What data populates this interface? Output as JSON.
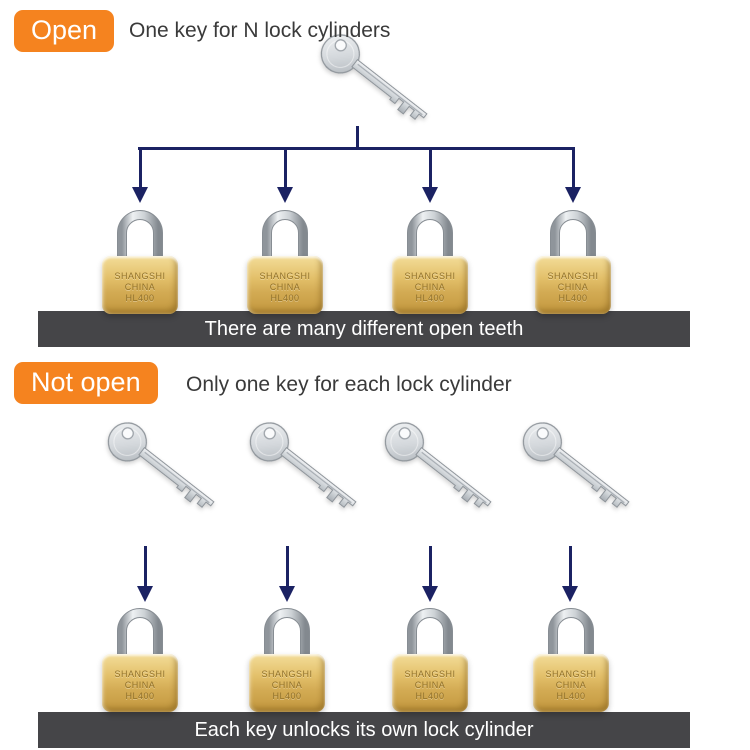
{
  "colors": {
    "accent_orange": "#F5831F",
    "arrow_navy": "#1B2263",
    "banner_gray": "#454548",
    "brass_light": "#F3DD99",
    "brass_dark": "#C2973E",
    "silver": "#C9CED2"
  },
  "section_open": {
    "badge_label": "Open",
    "heading": "One key for N lock cylinders",
    "banner_caption": "There are many different open teeth",
    "key_count": 1,
    "lock_count": 4
  },
  "section_not_open": {
    "badge_label": "Not open",
    "heading": "Only one key for each lock cylinder",
    "banner_caption": "Each key unlocks its own lock cylinder",
    "key_count": 4,
    "lock_count": 4
  },
  "padlock_engraving": [
    "SHANGSHI",
    "CHINA",
    "HL400"
  ]
}
